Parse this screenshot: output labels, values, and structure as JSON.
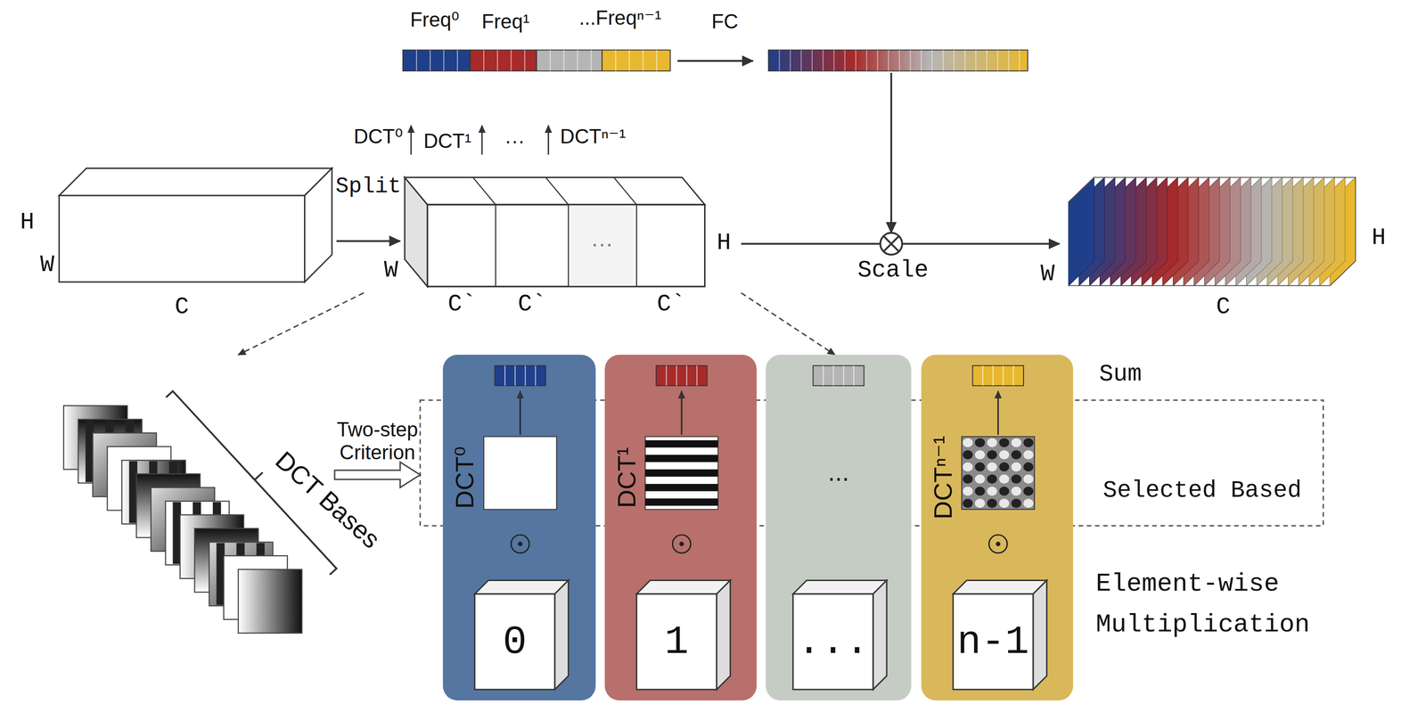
{
  "diagram": {
    "nodes": [
      {
        "text": [
          "DCT⁰"
        ]
      },
      {
        "text": [
          "DCT¹"
        ]
      },
      {
        "text": [
          "..."
        ]
      },
      {
        "text": [
          "DCTⁿ⁻¹"
        ]
      },
      {
        "text": [
          "0"
        ],
        "in": 0
      },
      {
        "text": [
          "1"
        ],
        "in": 1
      },
      {
        "text": [
          "..."
        ],
        "in": 2
      },
      {
        "text": [
          "n-1"
        ],
        "in": 3
      }
    ],
    "labels": [
      "Freq⁰",
      "Freq¹",
      "...Freqⁿ⁻¹",
      "FC",
      "DCT⁰",
      "DCT¹",
      "···",
      "DCTⁿ⁻¹",
      "Split",
      "H",
      "W",
      "C",
      "W",
      "C`",
      "C`",
      "C`",
      "H",
      "···",
      "Scale",
      "W",
      "C",
      "H",
      "DCT Bases",
      "Two-step Criterion",
      "Sum",
      "Selected Based",
      "Element-wise Multiplication"
    ]
  }
}
